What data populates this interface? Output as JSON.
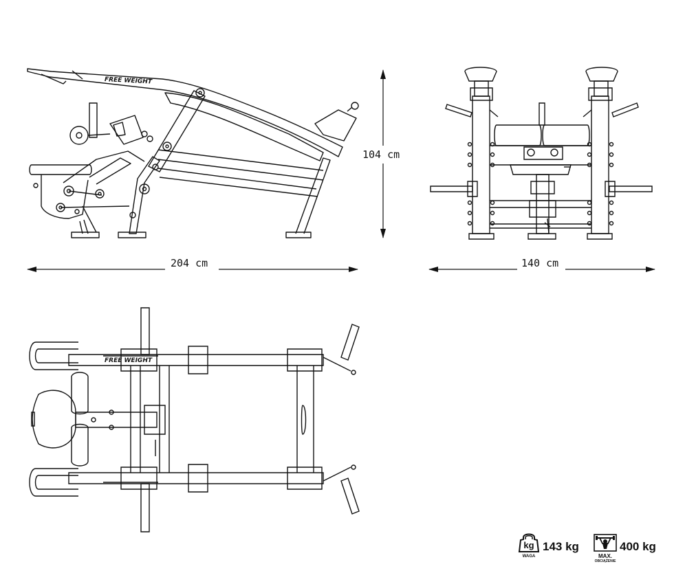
{
  "dimensions": {
    "side_length": "204 cm",
    "front_width": "140 cm",
    "height": "104 cm"
  },
  "branding": {
    "frame_label": "FREE WEIGHT"
  },
  "specs": {
    "weight": {
      "icon_text": "kg",
      "value": "143 kg",
      "caption": "WAGA",
      "icon": "weight-kettlebell-icon"
    },
    "max_load": {
      "value": "400 kg",
      "caption_line1": "MAX.",
      "caption_line2": "OBCIĄŻENIE",
      "icon": "weightlifter-icon"
    }
  }
}
